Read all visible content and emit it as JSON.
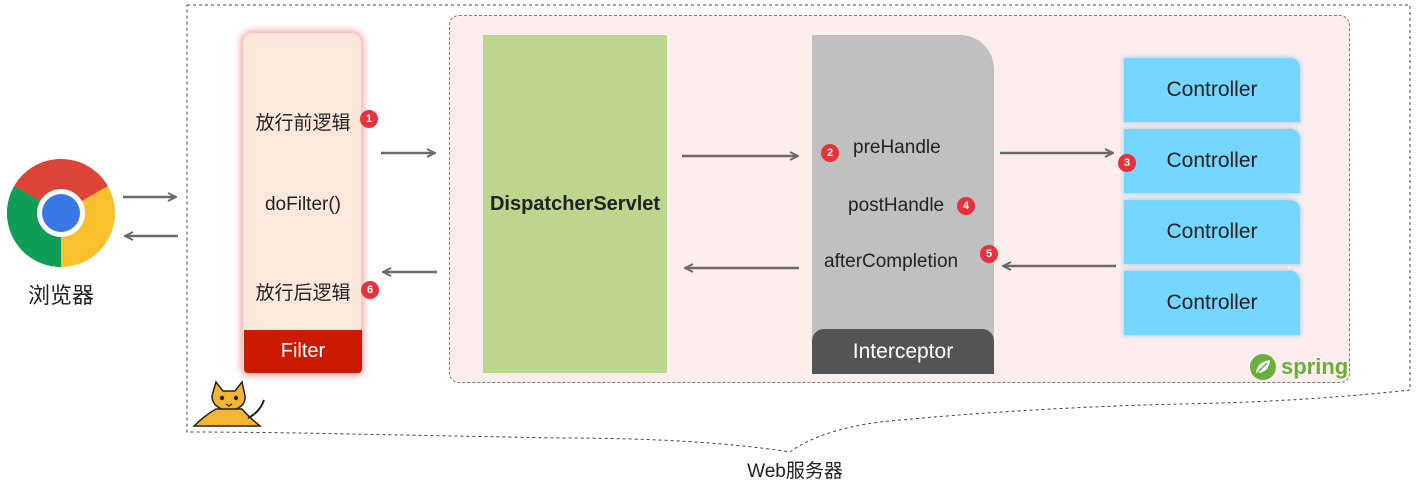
{
  "browser": {
    "label": "浏览器",
    "icon": "chrome-icon"
  },
  "filter": {
    "pre_logic": "放行前逻辑",
    "do_filter": "doFilter()",
    "post_logic": "放行后逻辑",
    "title": "Filter",
    "title_color": "#cc1a00"
  },
  "dispatcher": {
    "label": "DispatcherServlet"
  },
  "interceptor": {
    "pre_handle": "preHandle",
    "post_handle": "postHandle",
    "after_completion": "afterCompletion",
    "title": "Interceptor"
  },
  "controllers": [
    "Controller",
    "Controller",
    "Controller",
    "Controller"
  ],
  "steps": [
    "1",
    "2",
    "3",
    "4",
    "5",
    "6"
  ],
  "spring_logo_text": "spring",
  "web_server_label": "Web服务器",
  "colors": {
    "spring_area": "#fdeeed",
    "dispatcher": "#bcd68e",
    "interceptor": "#c0c0c0",
    "controller": "#75d6ff",
    "badge": "#e8313a"
  }
}
